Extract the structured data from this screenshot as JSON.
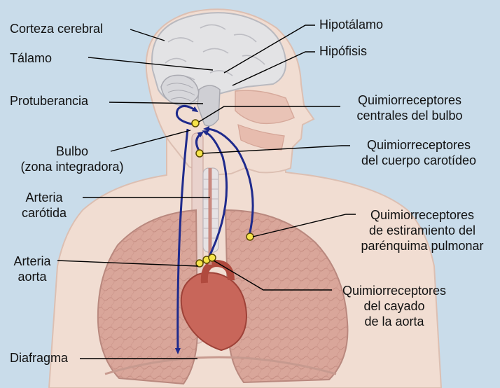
{
  "labels": {
    "corteza": "Corteza cerebral",
    "talamo": "Tálamo",
    "protuberancia": "Protuberancia",
    "bulbo_1": "Bulbo",
    "bulbo_2": "(zona integradora)",
    "arteria_carotida_1": "Arteria",
    "arteria_carotida_2": "carótida",
    "arteria_aorta_1": "Arteria",
    "arteria_aorta_2": "aorta",
    "diafragma": "Diafragma",
    "hipotalamo": "Hipotálamo",
    "hipofisis": "Hipófisis",
    "qr_bulbo_1": "Quimiorreceptores",
    "qr_bulbo_2": "centrales del bulbo",
    "qr_carotideo_1": "Quimiorreceptores",
    "qr_carotideo_2": "del cuerpo carotídeo",
    "qr_pulmonar_1": "Quimiorreceptores",
    "qr_pulmonar_2": "de estiramiento del",
    "qr_pulmonar_3": "parénquima pulmonar",
    "qr_aorta_1": "Quimiorreceptores",
    "qr_aorta_2": "del cayado",
    "qr_aorta_3": "de la aorta"
  },
  "colors": {
    "background": "#c9dcea",
    "body": "#f1ddd2",
    "lung": "#d9a69a",
    "heart": "#c8665a",
    "brain": "#e3e3e5",
    "pathway_arrow": "#1f2a8c",
    "receptor_dot": "#f6e44a",
    "leader_line": "#000000"
  }
}
